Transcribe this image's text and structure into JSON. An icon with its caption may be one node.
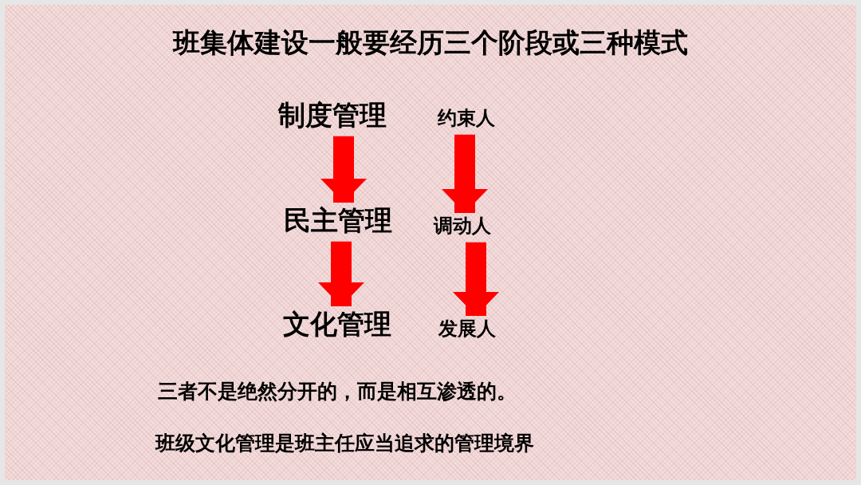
{
  "diagram": {
    "title": "班集体建设一般要经历三个阶段或三种模式",
    "nodes": [
      {
        "text": [
          "制度管理"
        ]
      },
      {
        "text": [
          "约束人"
        ]
      },
      {
        "text": [
          "民主管理"
        ]
      },
      {
        "text": [
          "调动人"
        ]
      },
      {
        "text": [
          "文化管理"
        ]
      },
      {
        "text": [
          "发展人"
        ]
      }
    ],
    "edges": [
      {
        "from": 0,
        "to": 2,
        "arrow": "to"
      },
      {
        "from": 1,
        "to": 3,
        "arrow": "to"
      },
      {
        "from": 2,
        "to": 4,
        "arrow": "to"
      },
      {
        "from": 3,
        "to": 5,
        "arrow": "to"
      }
    ],
    "labels": [
      "三者不是绝然分开的，而是相互渗透的。",
      "班级文化管理是班主任应当追求的管理境界"
    ]
  }
}
